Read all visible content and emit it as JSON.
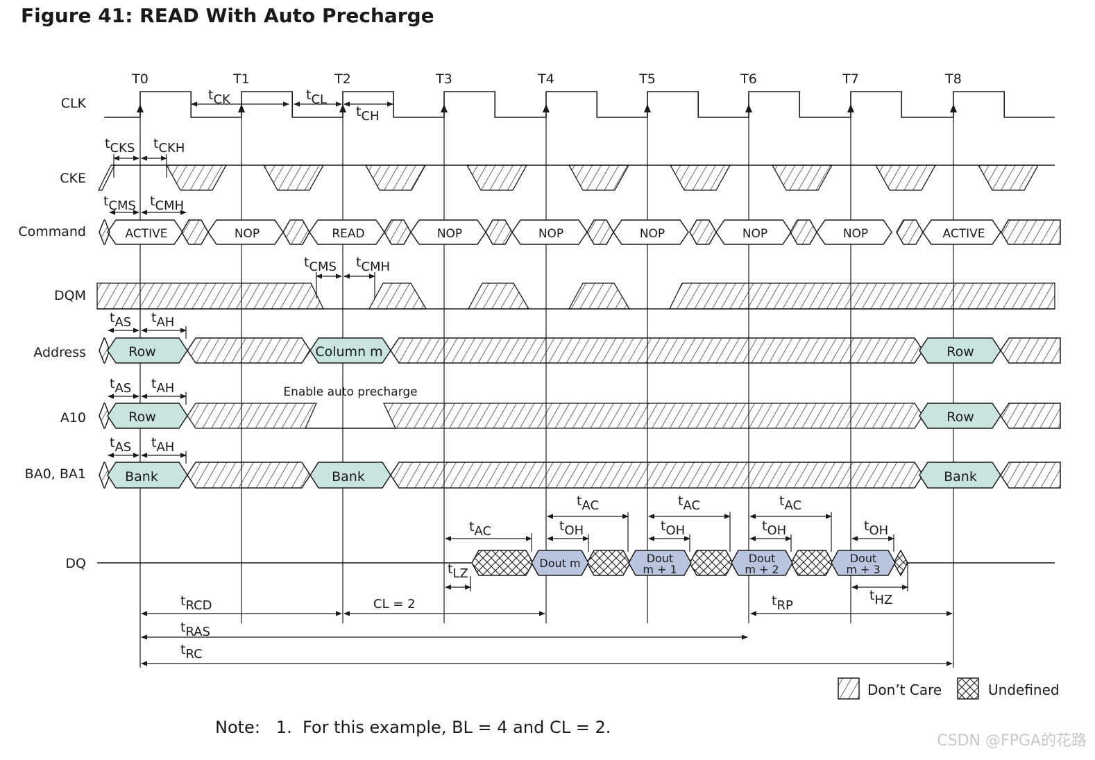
{
  "title": "Figure 41: READ With Auto Precharge",
  "clock_edges": [
    "T0",
    "T1",
    "T2",
    "T3",
    "T4",
    "T5",
    "T6",
    "T7",
    "T8"
  ],
  "signals": {
    "clk": "CLK",
    "cke": "CKE",
    "command": "Command",
    "dqm": "DQM",
    "address": "Address",
    "a10": "A10",
    "ba": "BA0, BA1",
    "dq": "DQ"
  },
  "commands": [
    "ACTIVE",
    "NOP",
    "READ",
    "NOP",
    "NOP",
    "NOP",
    "NOP",
    "NOP",
    "ACTIVE"
  ],
  "address_values": [
    "Row",
    "Column m",
    "Row"
  ],
  "a10_values": [
    "Row",
    "Row"
  ],
  "ba_values": [
    "Bank",
    "Bank",
    "Bank"
  ],
  "dq_values": [
    {
      "line1": "Dout m",
      "line2": ""
    },
    {
      "line1": "Dout",
      "line2": "m + 1"
    },
    {
      "line1": "Dout",
      "line2": "m + 2"
    },
    {
      "line1": "Dout",
      "line2": "m + 3"
    }
  ],
  "annotations": {
    "enable_auto_precharge": "Enable auto precharge",
    "cl": "CL = 2"
  },
  "timing": {
    "tck": [
      "t",
      "CK"
    ],
    "tcl": [
      "t",
      "CL"
    ],
    "tch": [
      "t",
      "CH"
    ],
    "tcks": [
      "t",
      "CKS"
    ],
    "tckh": [
      "t",
      "CKH"
    ],
    "tcms": [
      "t",
      "CMS"
    ],
    "tcmh": [
      "t",
      "CMH"
    ],
    "tas": [
      "t",
      "AS"
    ],
    "tah": [
      "t",
      "AH"
    ],
    "tac": [
      "t",
      "AC"
    ],
    "toh": [
      "t",
      "OH"
    ],
    "tlz": [
      "t",
      "LZ"
    ],
    "thz": [
      "t",
      "HZ"
    ],
    "trcd": [
      "t",
      "RCD"
    ],
    "tras": [
      "t",
      "RAS"
    ],
    "trc": [
      "t",
      "RC"
    ],
    "trp": [
      "t",
      "RP"
    ]
  },
  "legend": {
    "dont_care": "Don’t Care",
    "undefined": "Undefined"
  },
  "note": {
    "label": "Note:",
    "number": "1.",
    "text": "For this example, BL = 4 and CL = 2."
  },
  "watermark": "CSDN @FPGA的花路",
  "colors": {
    "valid_fill": "#c9e4e0",
    "data_fill": "#b9c4de",
    "line": "#1a1a1a"
  }
}
